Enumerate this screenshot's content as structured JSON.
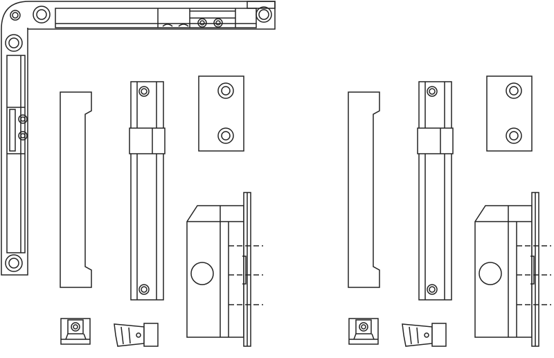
{
  "diagram": {
    "colors": {
      "line": "#222222",
      "background": "#ffffff"
    },
    "parts": [
      "corner-bracket",
      "profile-strip",
      "slide-rail",
      "mounting-plate",
      "lock-body",
      "small-clip",
      "lug-connector"
    ],
    "sets": 2
  }
}
